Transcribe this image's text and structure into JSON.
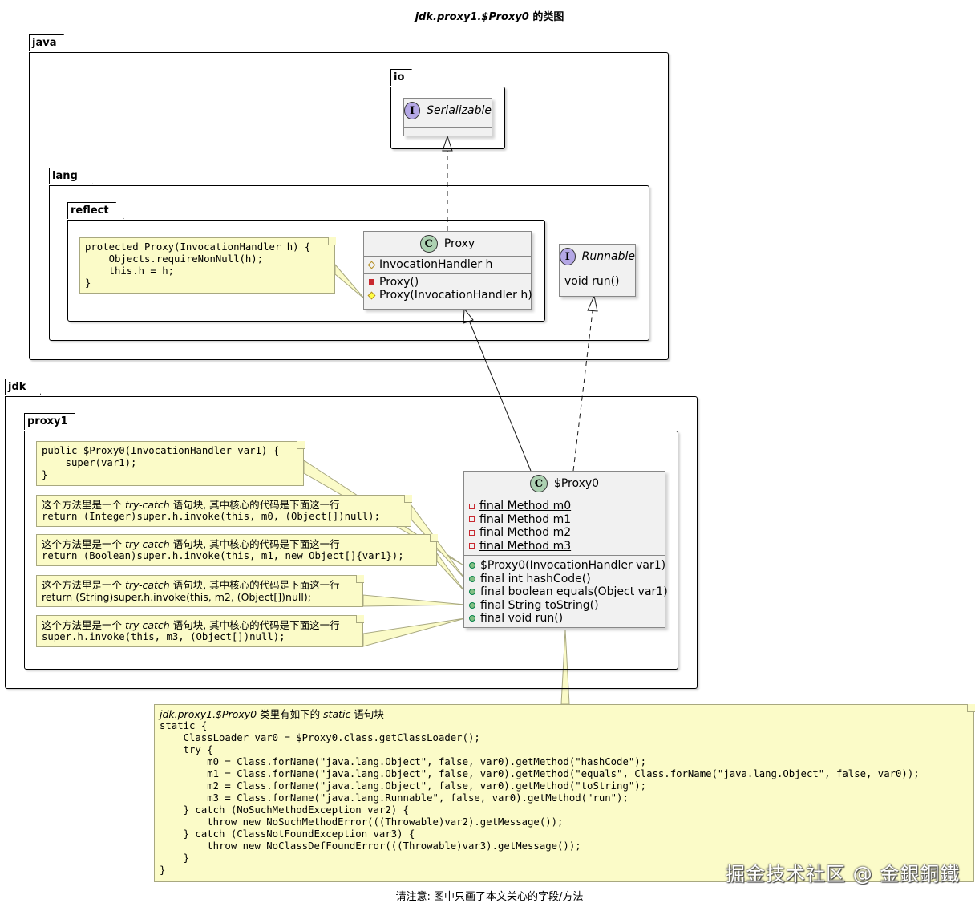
{
  "title": {
    "italic": "jdk.proxy1.$Proxy0",
    "suffix": " 的类图"
  },
  "caption": "请注意: 图中只画了本文关心的字段/方法",
  "watermark": "掘金技术社区 @ 金銀銅鐵",
  "packages": {
    "java": "java",
    "io": "io",
    "lang": "lang",
    "reflect": "reflect",
    "jdk": "jdk",
    "proxy1": "proxy1"
  },
  "classes": {
    "serializable": {
      "stereotype_icon": "I",
      "name": "Serializable"
    },
    "runnable": {
      "stereotype_icon": "I",
      "name": "Runnable",
      "methods": [
        "void run()"
      ]
    },
    "proxy": {
      "stereotype_icon": "C",
      "name": "Proxy",
      "fields": [
        "InvocationHandler h"
      ],
      "methods": [
        "Proxy()",
        "Proxy(InvocationHandler h)"
      ]
    },
    "proxy0": {
      "stereotype_icon": "C",
      "name": "$Proxy0",
      "fields": [
        "final Method m0",
        "final Method m1",
        "final Method m2",
        "final Method m3"
      ],
      "methods": [
        "$Proxy0(InvocationHandler var1)",
        "final int hashCode()",
        "final boolean equals(Object var1)",
        "final String toString()",
        "final void run()"
      ]
    }
  },
  "notes": {
    "proxy_ctor": [
      "protected Proxy(InvocationHandler h) {",
      "    Objects.requireNonNull(h);",
      "    this.h = h;",
      "}"
    ],
    "proxy0_ctor": [
      "public $Proxy0(InvocationHandler var1) {",
      "    super(var1);",
      "}"
    ],
    "intro_pre": "这个方法里是一个 ",
    "intro_italic": "try-catch",
    "intro_post": " 语句块, 其中核心的代码是下面这一行",
    "hashcode_line": "return (Integer)super.h.invoke(this, m0, (Object[])null);",
    "equals_line": "return (Boolean)super.h.invoke(this, m1, new Object[]{var1});",
    "tostring_line": "return (String)super.h.invoke(this, m2, (Object[])null);",
    "run_line": "super.h.invoke(this, m3, (Object[])null);",
    "static_header_italic": "jdk.proxy1.$Proxy0",
    "static_header_mid": " 类里有如下的 ",
    "static_header_italic2": "static",
    "static_header_post": " 语句块",
    "static_lines": [
      "static {",
      "    ClassLoader var0 = $Proxy0.class.getClassLoader();",
      "    try {",
      "        m0 = Class.forName(\"java.lang.Object\", false, var0).getMethod(\"hashCode\");",
      "        m1 = Class.forName(\"java.lang.Object\", false, var0).getMethod(\"equals\", Class.forName(\"java.lang.Object\", false, var0));",
      "        m2 = Class.forName(\"java.lang.Object\", false, var0).getMethod(\"toString\");",
      "        m3 = Class.forName(\"java.lang.Runnable\", false, var0).getMethod(\"run\");",
      "    } catch (NoSuchMethodException var2) {",
      "        throw new NoSuchMethodError(((Throwable)var2).getMessage());",
      "    } catch (ClassNotFoundException var3) {",
      "        throw new NoClassDefFoundError(((Throwable)var3).getMessage());",
      "    }",
      "}"
    ]
  }
}
